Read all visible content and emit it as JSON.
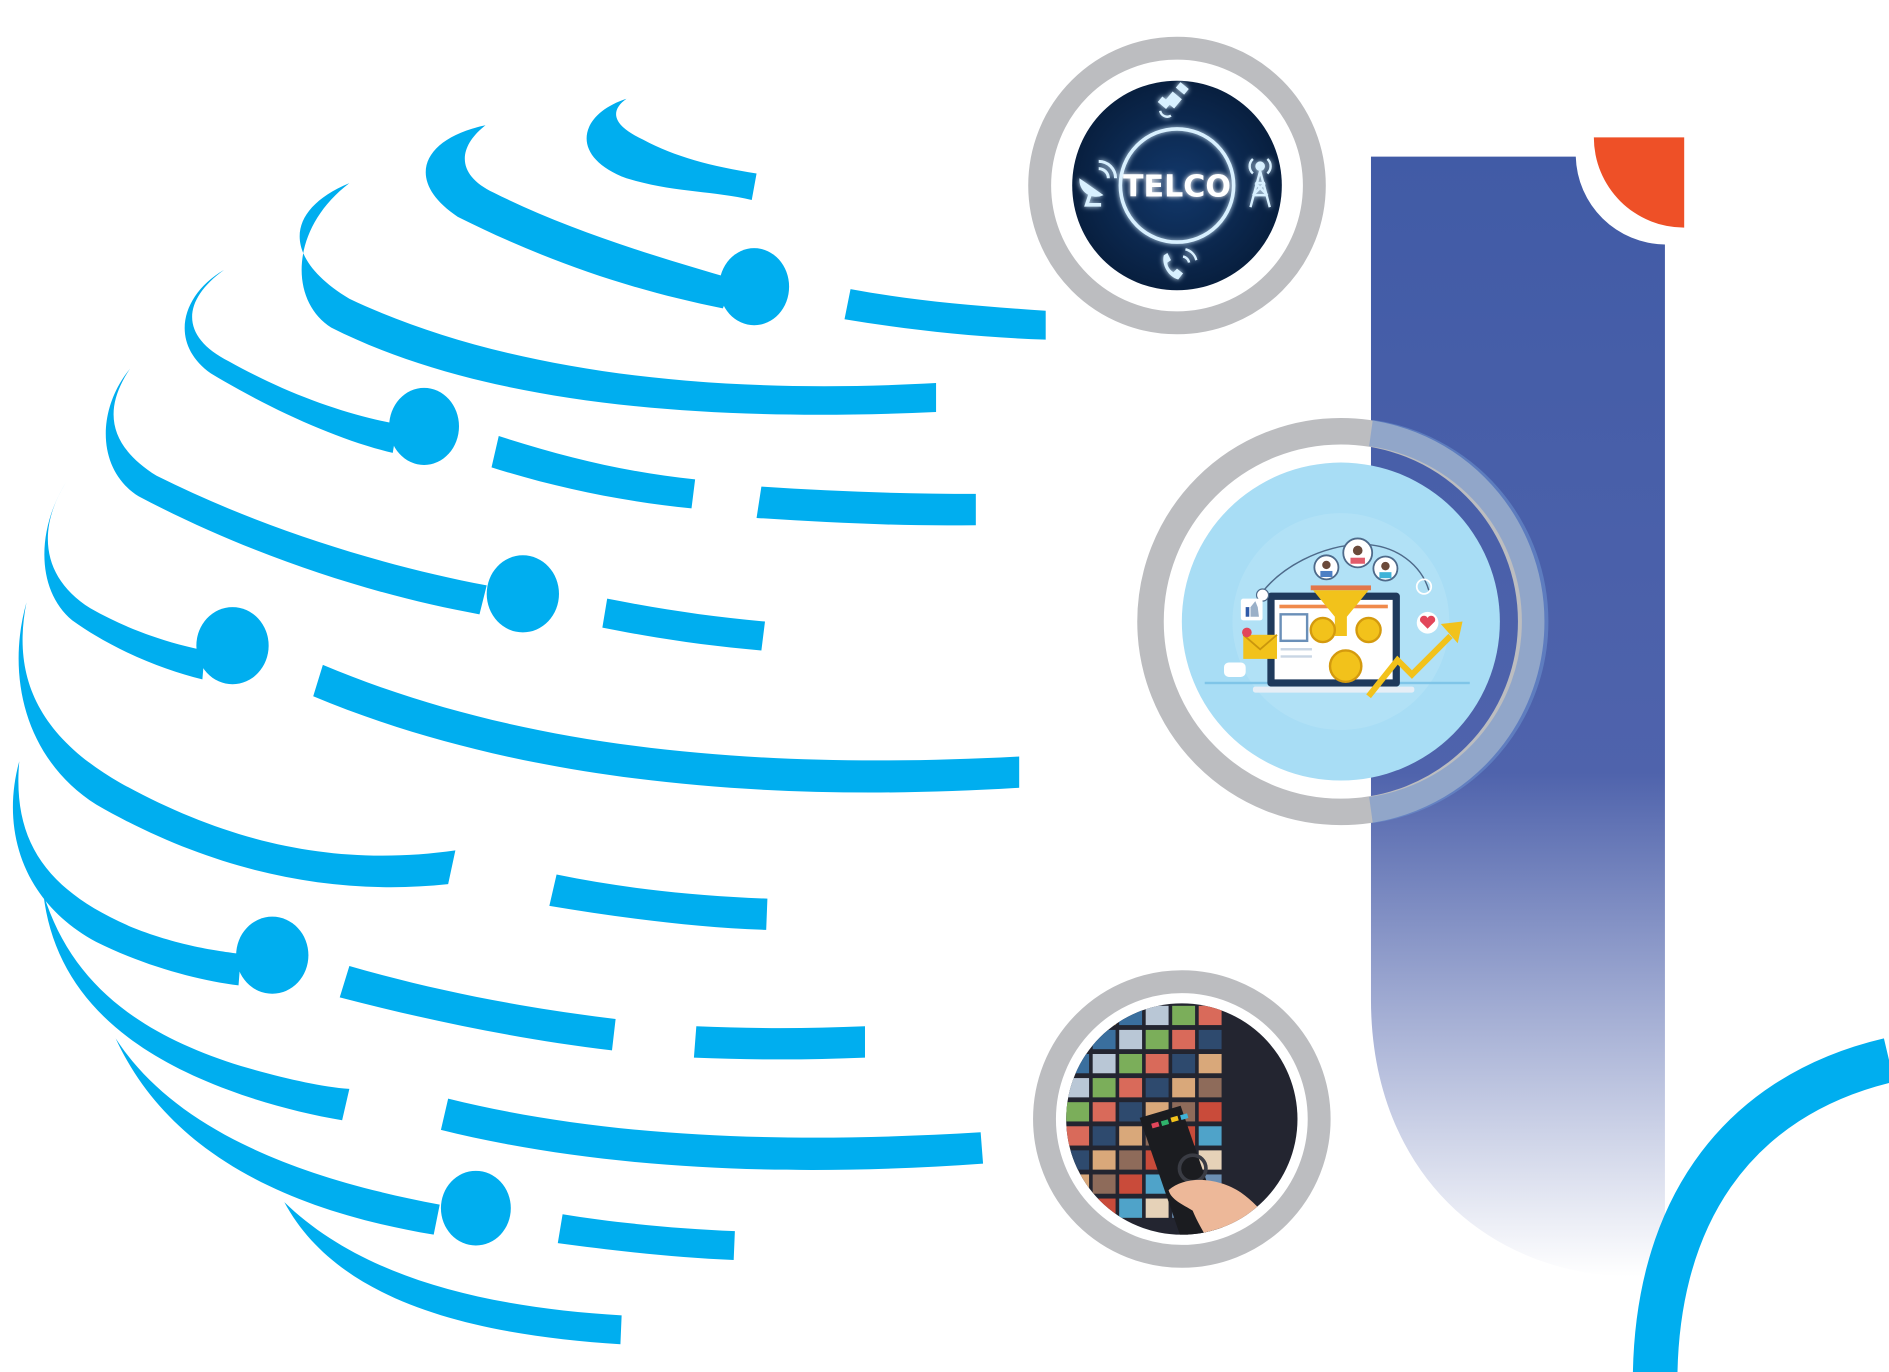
{
  "colors": {
    "globe": "#00AEEF",
    "bar_top": "#415BA6",
    "bar_bottom": "#FFFFFF",
    "accent_orange": "#EE5027",
    "ring_gray": "#BCBDC0",
    "ring_overlay": "#5B83C2",
    "telco_bg": "#0A2347",
    "telco_glow": "#8FD4FF",
    "marketing_bg": "#A8DDF5",
    "funnel_yellow": "#F2C21B",
    "tv_bg": "#232530"
  },
  "badges": [
    {
      "name": "telco",
      "label": "TELCO",
      "icons": [
        "satellite-icon",
        "satellite-dish-icon",
        "cell-tower-icon",
        "phone-icon"
      ]
    },
    {
      "name": "marketing",
      "icons": [
        "sales-funnel-icon",
        "laptop-icon",
        "coin-icon",
        "growth-arrow-icon",
        "envelope-icon",
        "thumbs-up-icon",
        "heart-icon",
        "users-icon"
      ]
    },
    {
      "name": "media",
      "icons": [
        "video-wall-icon",
        "remote-control-icon"
      ]
    }
  ]
}
